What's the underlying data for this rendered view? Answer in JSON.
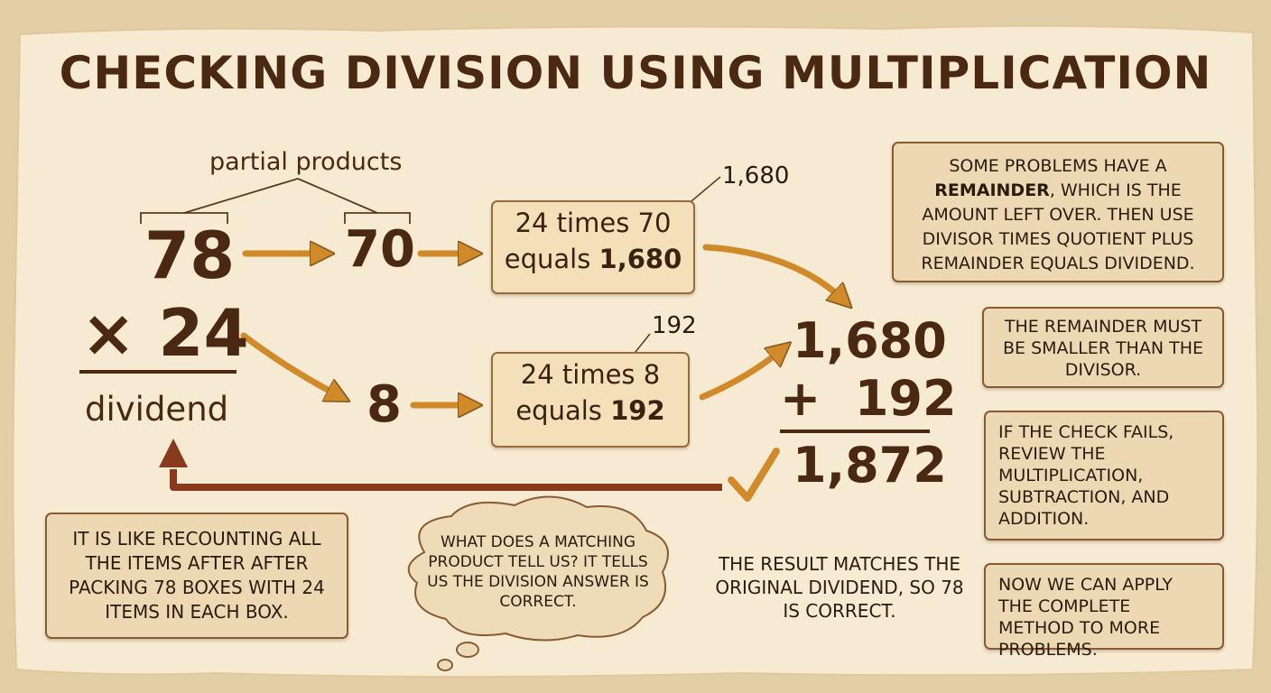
{
  "title": "CHECKING DIVISION USING MULTIPLICATION",
  "labels": {
    "partial_products": "partial products",
    "dividend_word": "dividend",
    "top_product_callout": "1,680",
    "bottom_product_callout": "192"
  },
  "multiplication": {
    "quotient": "78",
    "divisor_line": "× 24",
    "tens_part": "70",
    "ones_part": "8"
  },
  "calc_boxes": {
    "top": {
      "line1": "24 times 70",
      "line2_prefix": "equals ",
      "line2_value": "1,680"
    },
    "bottom": {
      "line1": "24 times 8",
      "line2_prefix": "equals ",
      "line2_value": "192"
    }
  },
  "sum": {
    "addend1": "1,680",
    "addend2": "+  192",
    "total": "1,872"
  },
  "notes": {
    "remainder_pre": "SOME PROBLEMS HAVE A ",
    "remainder_bold": "REMAINDER",
    "remainder_post": ", WHICH IS THE AMOUNT LEFT OVER. THEN USE DIVISOR TIMES QUOTIENT PLUS REMAINDER EQUALS DIVIDEND.",
    "remainder_smaller": "THE REMAINDER MUST BE SMALLER THAN THE DIVISOR.",
    "check_fails": "IF THE CHECK FAILS, REVIEW THE MULTIPLICATION, SUBTRACTION, AND ADDITION.",
    "apply_method": "NOW WE CAN APPLY THE COMPLETE METHOD TO MORE PROBLEMS.",
    "recounting": "IT IS LIKE RECOUNTING ALL THE ITEMS AFTER AFTER PACKING 78 BOXES WITH 24 ITEMS IN EACH BOX.",
    "thought": "WHAT DOES A MATCHING PRODUCT TELL US? IT TELLS US THE DIVISION ANSWER IS CORRECT.",
    "result": "THE RESULT MATCHES THE ORIGINAL DIVIDEND, SO 78 IS CORRECT."
  },
  "colors": {
    "paper": "#f6ead2",
    "background": "#e3cfa6",
    "arrow_orange": "#d08a2a",
    "arrow_brown": "#8a3a1c",
    "text_brown": "#4a2812",
    "box_border": "#8a5a30"
  }
}
